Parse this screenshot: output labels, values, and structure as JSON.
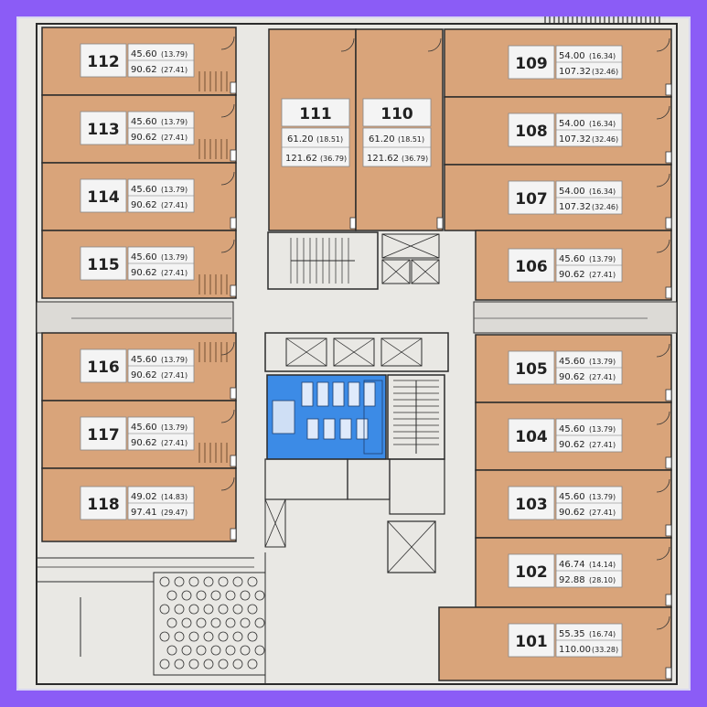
{
  "frame_color": "#8b5cf6",
  "colors": {
    "background": "#e9e8e4",
    "unit_fill": "#d9a47a",
    "restroom_fill": "#3c8be6",
    "wall": "#2b2b2b",
    "label_box": "#f4f4f4"
  },
  "units": [
    {
      "id": "112",
      "area_net": "45.60",
      "area_net_py": "(13.79)",
      "area_gross": "90.62",
      "area_gross_py": "(27.41)"
    },
    {
      "id": "113",
      "area_net": "45.60",
      "area_net_py": "(13.79)",
      "area_gross": "90.62",
      "area_gross_py": "(27.41)"
    },
    {
      "id": "114",
      "area_net": "45.60",
      "area_net_py": "(13.79)",
      "area_gross": "90.62",
      "area_gross_py": "(27.41)"
    },
    {
      "id": "115",
      "area_net": "45.60",
      "area_net_py": "(13.79)",
      "area_gross": "90.62",
      "area_gross_py": "(27.41)"
    },
    {
      "id": "116",
      "area_net": "45.60",
      "area_net_py": "(13.79)",
      "area_gross": "90.62",
      "area_gross_py": "(27.41)"
    },
    {
      "id": "117",
      "area_net": "45.60",
      "area_net_py": "(13.79)",
      "area_gross": "90.62",
      "area_gross_py": "(27.41)"
    },
    {
      "id": "118",
      "area_net": "49.02",
      "area_net_py": "(14.83)",
      "area_gross": "97.41",
      "area_gross_py": "(29.47)"
    },
    {
      "id": "111",
      "area_net": "61.20",
      "area_net_py": "(18.51)",
      "area_gross": "121.62",
      "area_gross_py": "(36.79)"
    },
    {
      "id": "110",
      "area_net": "61.20",
      "area_net_py": "(18.51)",
      "area_gross": "121.62",
      "area_gross_py": "(36.79)"
    },
    {
      "id": "109",
      "area_net": "54.00",
      "area_net_py": "(16.34)",
      "area_gross": "107.32",
      "area_gross_py": "(32.46)"
    },
    {
      "id": "108",
      "area_net": "54.00",
      "area_net_py": "(16.34)",
      "area_gross": "107.32",
      "area_gross_py": "(32.46)"
    },
    {
      "id": "107",
      "area_net": "54.00",
      "area_net_py": "(16.34)",
      "area_gross": "107.32",
      "area_gross_py": "(32.46)"
    },
    {
      "id": "106",
      "area_net": "45.60",
      "area_net_py": "(13.79)",
      "area_gross": "90.62",
      "area_gross_py": "(27.41)"
    },
    {
      "id": "105",
      "area_net": "45.60",
      "area_net_py": "(13.79)",
      "area_gross": "90.62",
      "area_gross_py": "(27.41)"
    },
    {
      "id": "104",
      "area_net": "45.60",
      "area_net_py": "(13.79)",
      "area_gross": "90.62",
      "area_gross_py": "(27.41)"
    },
    {
      "id": "103",
      "area_net": "45.60",
      "area_net_py": "(13.79)",
      "area_gross": "90.62",
      "area_gross_py": "(27.41)"
    },
    {
      "id": "102",
      "area_net": "46.74",
      "area_net_py": "(14.14)",
      "area_gross": "92.88",
      "area_gross_py": "(28.10)"
    },
    {
      "id": "101",
      "area_net": "55.35",
      "area_net_py": "(16.74)",
      "area_gross": "110.00",
      "area_gross_py": "(33.28)"
    }
  ]
}
